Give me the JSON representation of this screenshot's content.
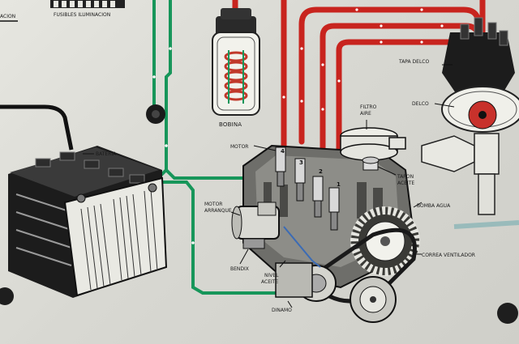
{
  "labels": {
    "top_left_partial": "ACION",
    "fuses": "FUSIBLES ILUMINACION",
    "coil": "BOBINA",
    "battery": "BATERIA",
    "motor": "MOTOR",
    "air_filter_1": "FILTRO",
    "air_filter_2": "AIRE",
    "distributor_cap": "TAPA DELCO",
    "distributor": "DELCO",
    "oil_cap_1": "TAPON",
    "oil_cap_2": "ACEITE",
    "water_pump": "BOMBA AGUA",
    "starter_1": "MOTOR",
    "starter_2": "ARRANQUE",
    "bendix": "BENDIX",
    "oil_level_1": "NIVEL",
    "oil_level_2": "ACEITE",
    "dynamo": "DINAMO",
    "fan_belt": "CORREA VENTILADOR"
  },
  "cylinder_numbers": [
    "4",
    "3",
    "2",
    "1"
  ],
  "colors": {
    "board": "#dcdcd6",
    "hv_wire": "#c8241e",
    "green_wire": "#17965a",
    "black_wire": "#111111",
    "coil_red": "#c0392b"
  }
}
